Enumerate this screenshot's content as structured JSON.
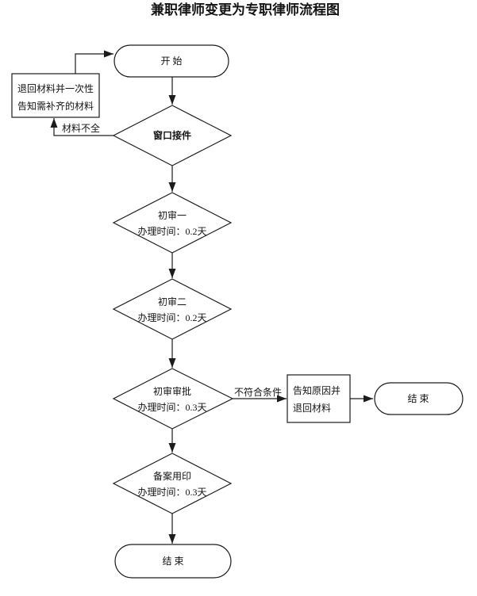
{
  "title": "兼职律师变更为专职律师流程图",
  "nodes": {
    "start": {
      "label": "开  始"
    },
    "return_materials": {
      "line1": "退回材料并一次性",
      "line2": "告知需补齐的材料"
    },
    "window_intake": {
      "label": "窗口接件"
    },
    "review_one": {
      "line1": "初审一",
      "line2": "办理时间：0.2天"
    },
    "review_two": {
      "line1": "初审二",
      "line2": "办理时间：0.2天"
    },
    "review_approval": {
      "line1": "初审审批",
      "line2": "办理时间：0.3天"
    },
    "notify_return": {
      "line1": "告知原因并",
      "line2": "退回材料"
    },
    "end_right": {
      "label": "结  束"
    },
    "filing_seal": {
      "line1": "备案用印",
      "line2": "办理时间：0.3天"
    },
    "end_bottom": {
      "label": "结  束"
    }
  },
  "edge_labels": {
    "incomplete": "材料不全",
    "not_qualified": "不符合条件"
  },
  "colors": {
    "line": "#1c1c1c",
    "background": "#ffffff",
    "text": "#141414"
  }
}
